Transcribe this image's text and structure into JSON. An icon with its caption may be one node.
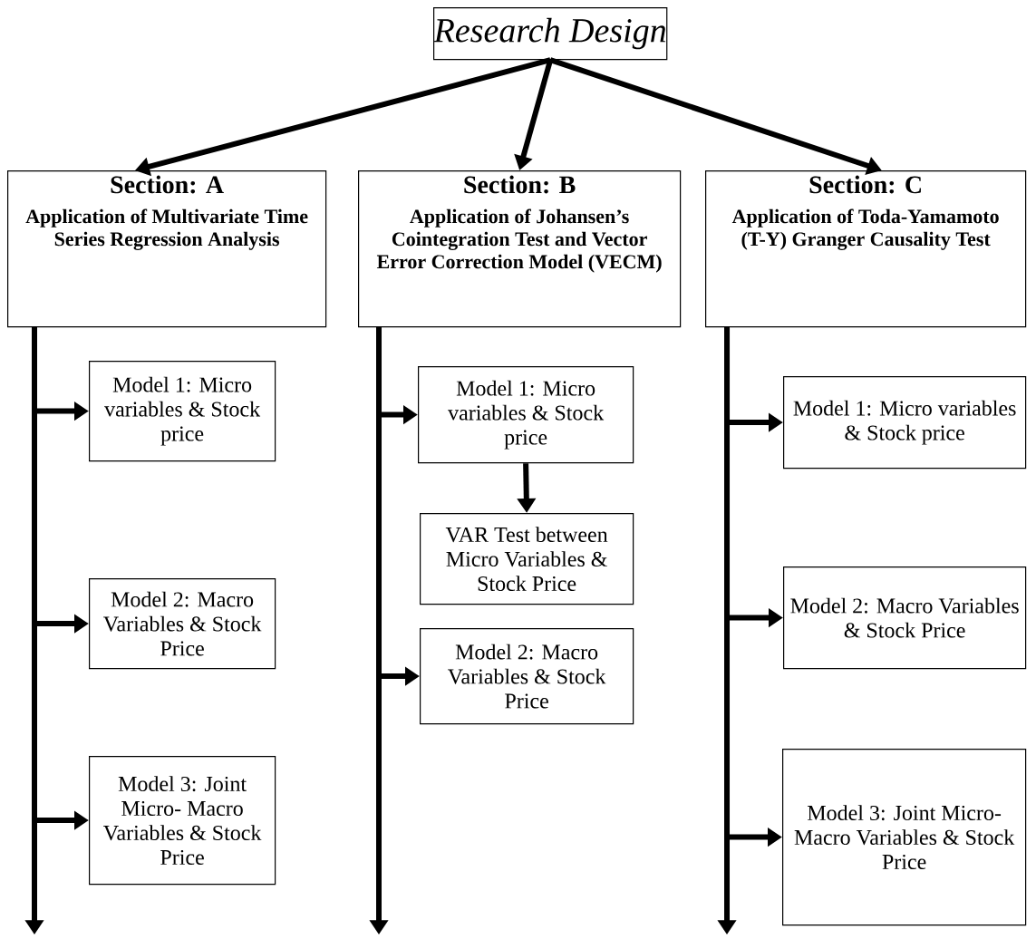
{
  "diagram": {
    "nodes": [
      {
        "text": [
          "Research Design"
        ]
      },
      {
        "text": [
          "Section: A",
          "Application of Multivariate Time Series Regression Analysis"
        ]
      },
      {
        "text": [
          "Section: B",
          "Application of Johansen’s Cointegration Test and Vector Error Correction Model (VECM)"
        ]
      },
      {
        "text": [
          "Section: C",
          "Application of Toda-Yamamoto (T-Y) Granger Causality Test"
        ]
      },
      {
        "text": [
          "Model 1: Micro variables & Stock price"
        ]
      },
      {
        "text": [
          "Model 2: Macro Variables & Stock Price"
        ]
      },
      {
        "text": [
          "Model 3: Joint Micro- Macro Variables & Stock Price"
        ]
      },
      {
        "text": [
          "Model 1: Micro variables & Stock price"
        ]
      },
      {
        "text": [
          "VAR Test between Micro Variables & Stock Price"
        ]
      },
      {
        "text": [
          "Model 2: Macro Variables & Stock Price"
        ]
      },
      {
        "text": [
          "Model 1: Micro variables & Stock price"
        ]
      },
      {
        "text": [
          "Model 2: Macro Variables & Stock Price"
        ]
      },
      {
        "text": [
          "Model 3: Joint Micro- Macro Variables & Stock Price"
        ]
      }
    ],
    "edges": [
      {
        "from": 0,
        "to": 1,
        "arrow": "to"
      },
      {
        "from": 0,
        "to": 2,
        "arrow": "to"
      },
      {
        "from": 0,
        "to": 3,
        "arrow": "to"
      },
      {
        "from": 1,
        "to": 4,
        "arrow": "to"
      },
      {
        "from": 1,
        "to": 5,
        "arrow": "to"
      },
      {
        "from": 1,
        "to": 6,
        "arrow": "to"
      },
      {
        "from": 1,
        "to": null,
        "arrow": "to"
      },
      {
        "from": 2,
        "to": 7,
        "arrow": "to"
      },
      {
        "from": 7,
        "to": 8,
        "arrow": "to"
      },
      {
        "from": 2,
        "to": 9,
        "arrow": "to"
      },
      {
        "from": 2,
        "to": null,
        "arrow": "to"
      },
      {
        "from": 3,
        "to": 10,
        "arrow": "to"
      },
      {
        "from": 3,
        "to": 11,
        "arrow": "to"
      },
      {
        "from": 3,
        "to": 12,
        "arrow": "to"
      },
      {
        "from": 3,
        "to": null,
        "arrow": "to"
      }
    ]
  }
}
